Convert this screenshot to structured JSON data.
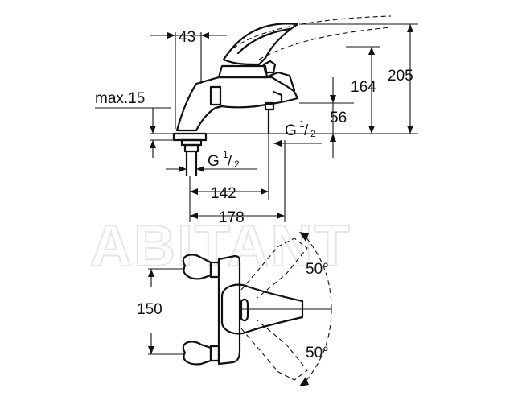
{
  "watermark": "ABITANT",
  "side_view": {
    "dim_43": "43",
    "dim_205": "205",
    "dim_164": "164",
    "dim_56": "56",
    "dim_max15": "max.15",
    "thread_right_main": "G",
    "thread_right_num": "1",
    "thread_right_den": "2",
    "thread_left_main": "G",
    "thread_left_num": "1",
    "thread_left_den": "2",
    "dim_142": "142",
    "dim_178": "178"
  },
  "top_view": {
    "dim_150": "150",
    "angle_top": "50°",
    "angle_bottom": "50°"
  }
}
